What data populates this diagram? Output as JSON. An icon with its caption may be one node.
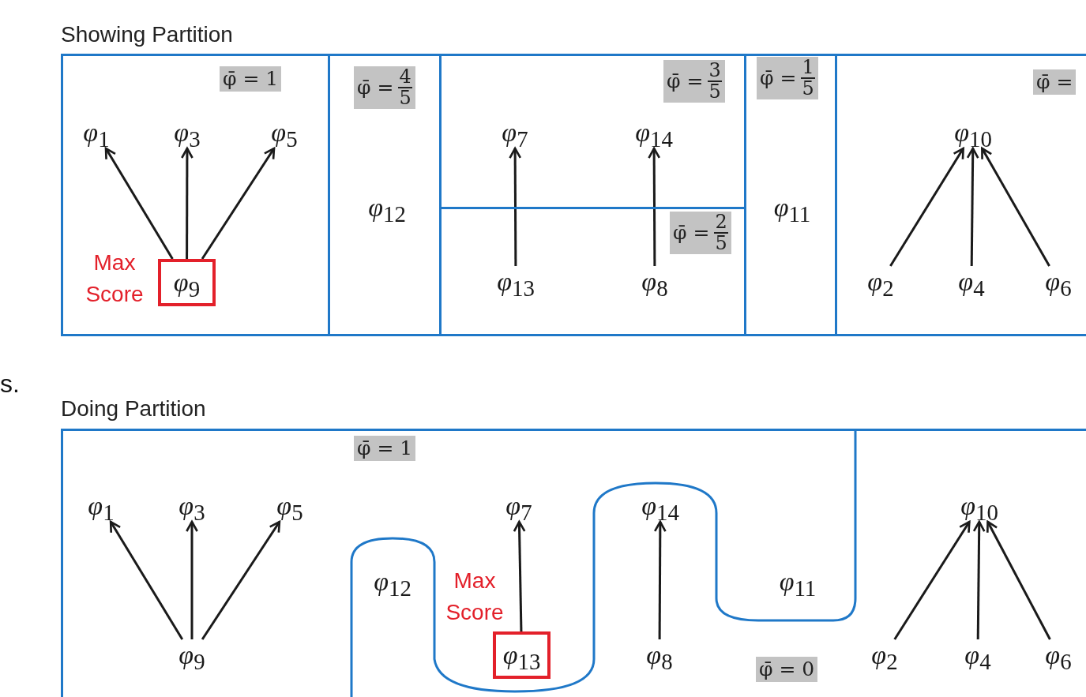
{
  "diagram": {
    "nodes": [
      {
        "text": [
          "Showing Partition"
        ]
      },
      {
        "text": [
          "φ̄ = 1"
        ],
        "in": 0
      },
      {
        "text": [
          "φ$_{1}$"
        ],
        "in": 1
      },
      {
        "text": [
          "φ$_{3}$"
        ],
        "in": 1
      },
      {
        "text": [
          "φ$_{5}$"
        ],
        "in": 1
      },
      {
        "text": [
          "φ$_{9}$"
        ],
        "in": 1,
        "beside": [
          "Max Score"
        ]
      },
      {
        "text": [
          "φ̄ =",
          "4",
          "5"
        ],
        "in": 0
      },
      {
        "text": [
          "φ$_{12}$"
        ],
        "in": 6
      },
      {
        "text": [
          "φ̄ =",
          "3",
          "5"
        ],
        "in": 0
      },
      {
        "text": [
          "φ$_{7}$"
        ],
        "in": 8
      },
      {
        "text": [
          "φ$_{14}$"
        ],
        "in": 8
      },
      {
        "text": [
          "φ̄ =",
          "2",
          "5"
        ],
        "in": 0
      },
      {
        "text": [
          "φ$_{13}$"
        ],
        "in": 11
      },
      {
        "text": [
          "φ$_{8}$"
        ],
        "in": 11
      },
      {
        "text": [
          "φ̄ =",
          "1",
          "5"
        ],
        "in": 0
      },
      {
        "text": [
          "φ$_{11}$"
        ],
        "in": 14
      },
      {
        "text": [
          "φ̄ ="
        ],
        "in": 0
      },
      {
        "text": [
          "φ$_{10}$"
        ],
        "in": 16
      },
      {
        "text": [
          "φ$_{2}$"
        ],
        "in": 16
      },
      {
        "text": [
          "φ$_{4}$"
        ],
        "in": 16
      },
      {
        "text": [
          "φ$_{6}$"
        ],
        "in": 16
      },
      {
        "text": [
          "Doing Partition"
        ]
      },
      {
        "text": [
          "φ$_{1}$"
        ],
        "in": 21
      },
      {
        "text": [
          "φ$_{3}$"
        ],
        "in": 21
      },
      {
        "text": [
          "φ$_{5}$"
        ],
        "in": 21
      },
      {
        "text": [
          "φ$_{9}$"
        ],
        "in": 21
      },
      {
        "text": [
          "φ$_{12}$"
        ],
        "in": 21
      },
      {
        "text": [
          "φ$_{7}$"
        ],
        "in": 21
      },
      {
        "text": [
          "φ$_{13}$"
        ],
        "in": 21,
        "beside": [
          "Max Score"
        ]
      },
      {
        "text": [
          "φ$_{14}$"
        ],
        "in": 21
      },
      {
        "text": [
          "φ$_{11}$"
        ],
        "in": 21
      },
      {
        "text": [
          "φ$_{8}$"
        ],
        "in": 21
      },
      {
        "text": [
          "φ$_{10}$"
        ],
        "in": 21
      },
      {
        "text": [
          "φ$_{2}$"
        ],
        "in": 21
      },
      {
        "text": [
          "φ$_{4}$"
        ],
        "in": 21
      },
      {
        "text": [
          "φ$_{6}$"
        ],
        "in": 21
      }
    ],
    "edges": [
      {
        "from": 5,
        "to": 2,
        "arrow": "to"
      },
      {
        "from": 5,
        "to": 3,
        "arrow": "to"
      },
      {
        "from": 5,
        "to": 4,
        "arrow": "to"
      },
      {
        "from": 12,
        "to": 9,
        "arrow": "to"
      },
      {
        "from": 13,
        "to": 10,
        "arrow": "to"
      },
      {
        "from": 18,
        "to": 17,
        "arrow": "to"
      },
      {
        "from": 19,
        "to": 17,
        "arrow": "to"
      },
      {
        "from": 20,
        "to": 17,
        "arrow": "to"
      },
      {
        "from": 25,
        "to": 22,
        "arrow": "to"
      },
      {
        "from": 25,
        "to": 23,
        "arrow": "to"
      },
      {
        "from": 25,
        "to": 24,
        "arrow": "to"
      },
      {
        "from": 28,
        "to": 27,
        "arrow": "to"
      },
      {
        "from": 31,
        "to": 29,
        "arrow": "to"
      },
      {
        "from": 33,
        "to": 32,
        "arrow": "to"
      },
      {
        "from": 34,
        "to": 32,
        "arrow": "to"
      },
      {
        "from": 35,
        "to": 32,
        "arrow": "to"
      }
    ],
    "labels": [
      "s.",
      "φ̄ = 1",
      "φ̄ = 0"
    ]
  }
}
